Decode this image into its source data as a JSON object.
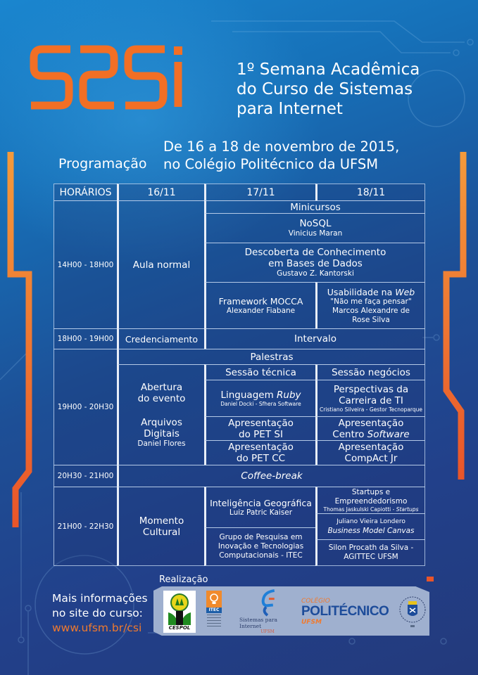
{
  "header": {
    "logo_text": "S&SI",
    "title_lines": [
      "1º Semana Acadêmica",
      "do Curso de Sistemas",
      "para Internet"
    ],
    "date_lines": [
      "De 16 a 18 de novembro de 2015,",
      "no Colégio Politécnico da UFSM"
    ],
    "section_label": "Programação"
  },
  "colors": {
    "accent_orange": "#f07a2e",
    "orange_bar_top": "#f39a3b",
    "orange_bar_bottom": "#e9552a",
    "background_top": "#1a86cf",
    "background_bottom": "#233a7c",
    "table_border": "#c8dcf5",
    "sponsor_panel": "#9fb0cf"
  },
  "schedule": {
    "headers": [
      "HORÁRIOS",
      "16/11",
      "17/11",
      "18/11"
    ],
    "slots": {
      "s1": {
        "time": "14H00 - 18H00",
        "day16": "Aula normal",
        "section": "Minicursos",
        "nosql": {
          "title": "NoSQL",
          "speaker": "Vinicius Maran"
        },
        "descoberta": {
          "title_1": "Descoberta de Conhecimento",
          "title_2": "em Bases de Dados",
          "speaker": "Gustavo Z. Kantorski"
        },
        "mocca": {
          "title": "Framework MOCCA",
          "speaker": "Alexander Fiabane"
        },
        "usabilidade": {
          "title_pre": "Usabilidade na ",
          "title_em": "Web",
          "subtitle": "\"Não me faça pensar\"",
          "speaker_1": "Marcos Alexandre de",
          "speaker_2": "Rose Silva"
        }
      },
      "s2": {
        "time": "18H00 - 19H00",
        "day16": "Credenciamento",
        "rest": "Intervalo"
      },
      "s3": {
        "time": "19H00 - 20H30",
        "section": "Palestras",
        "day16": {
          "line_1": "Abertura",
          "line_2": "do evento",
          "line_3": "Arquivos",
          "line_4": "Digitais",
          "speaker": "Daniel Flores"
        },
        "track_17": "Sessão técnica",
        "track_18": "Sessão negócios",
        "ruby": {
          "title_pre": "Linguagem ",
          "title_em": "Ruby",
          "speaker": "Daniel Docki - Sfhera Software"
        },
        "carreira": {
          "title_1": "Perspectivas da",
          "title_2": "Carreira de TI",
          "speaker": "Cristiano Silveira - Gestor Tecnoparque"
        },
        "pet_si": {
          "line_1": "Apresentação",
          "line_2": "do PET SI"
        },
        "centro_software": {
          "line_1": "Apresentação",
          "line_2_pre": "Centro ",
          "line_2_em": "Software"
        },
        "pet_cc": {
          "line_1": "Apresentação",
          "line_2": "do PET CC"
        },
        "compact": {
          "line_1": "Apresentação",
          "line_2": "CompAct Jr"
        }
      },
      "s4": {
        "time": "20H30 - 21H00",
        "label": "Coffee-break"
      },
      "s5": {
        "time": "21H00 - 22H30",
        "day16": {
          "line_1": "Momento",
          "line_2": "Cultural"
        },
        "geo": {
          "title": "Inteligência Geográfica",
          "speaker": "Luiz Patric Kaiser"
        },
        "itec": {
          "line_1": "Grupo de Pesquisa em",
          "line_2": "Inovação e Tecnologias",
          "line_3": "Computacionais - ITEC"
        },
        "startups": {
          "line_1": "Startups e",
          "line_2": "Empreendedorismo",
          "speaker_pre": "Thomas Jaskulski Capiotti - ",
          "speaker_em": "Startups"
        },
        "canvas": {
          "speaker": "Juliano Vieira Londero",
          "title": "Business Model Canvas"
        },
        "agittec": {
          "line_1": "Silon Procath da Silva -",
          "line_2": "AGITTEC UFSM"
        }
      }
    }
  },
  "footer": {
    "more_info_1": "Mais informações",
    "more_info_2": "no site do curso:",
    "url": "www.ufsm.br/csi",
    "sponsors_label": "Realização",
    "sponsors": {
      "cespol": "CESPOL",
      "itec": "ITEC",
      "sistemas_1": "Sistemas para Internet",
      "sistemas_2": "UFSM",
      "colegio": "COLÉGIO",
      "politecnico": "POLITÉCNICO",
      "ufsm": "UFSM"
    }
  }
}
